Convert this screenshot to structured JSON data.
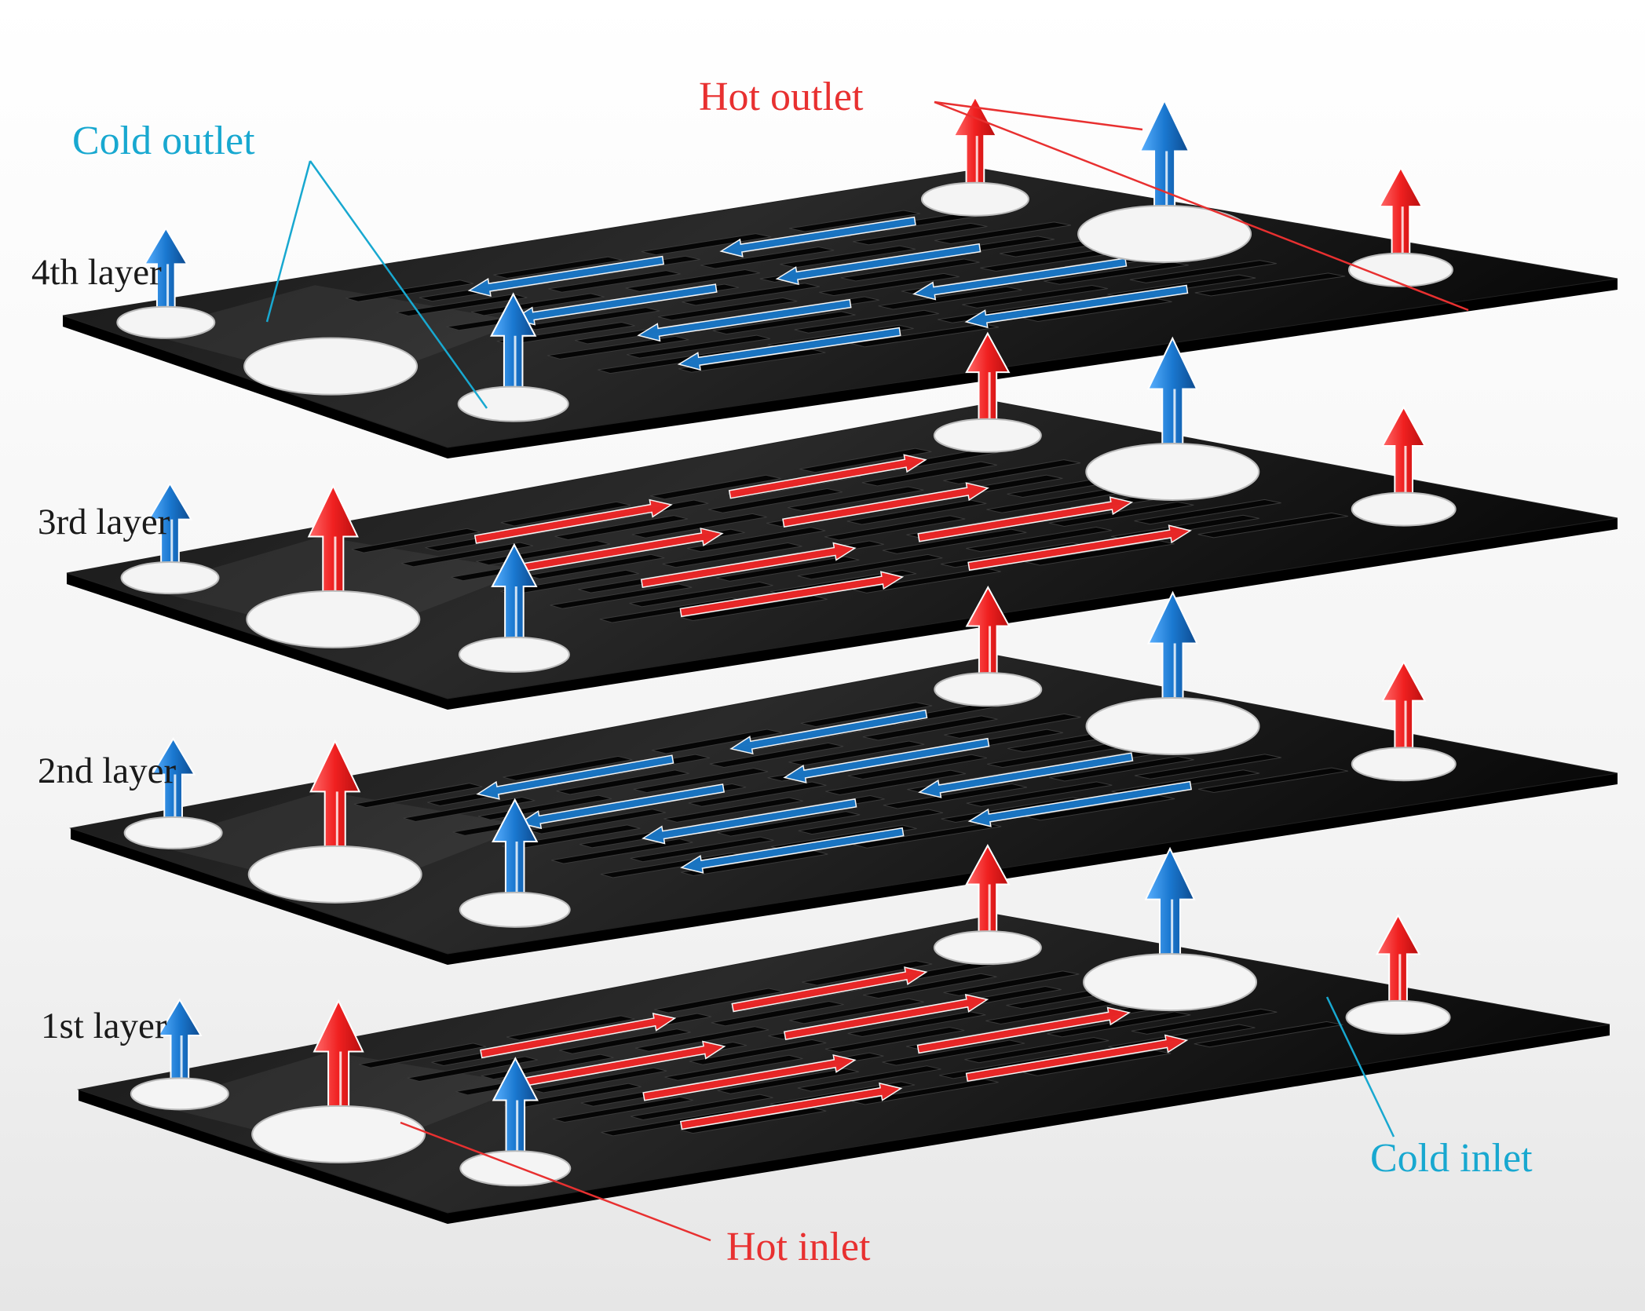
{
  "labels": {
    "layer4": "4th layer",
    "layer3": "3rd layer",
    "layer2": "2nd layer",
    "layer1": "1st layer",
    "cold_outlet": "Cold outlet",
    "hot_outlet": "Hot outlet",
    "cold_inlet": "Cold inlet",
    "hot_inlet": "Hot inlet"
  },
  "colors": {
    "hot": "#f02828",
    "cold": "#1a78c8",
    "cold_text": "#18a8d0",
    "hot_text": "#e83030",
    "plate": "#0d0d0d",
    "hole": "#f4f4f4"
  },
  "layers": [
    {
      "name": "4th layer",
      "flow": "cold",
      "direction": "right-to-left"
    },
    {
      "name": "3rd layer",
      "flow": "hot",
      "direction": "left-to-right"
    },
    {
      "name": "2nd layer",
      "flow": "cold",
      "direction": "right-to-left"
    },
    {
      "name": "1st layer",
      "flow": "hot",
      "direction": "left-to-right"
    }
  ]
}
